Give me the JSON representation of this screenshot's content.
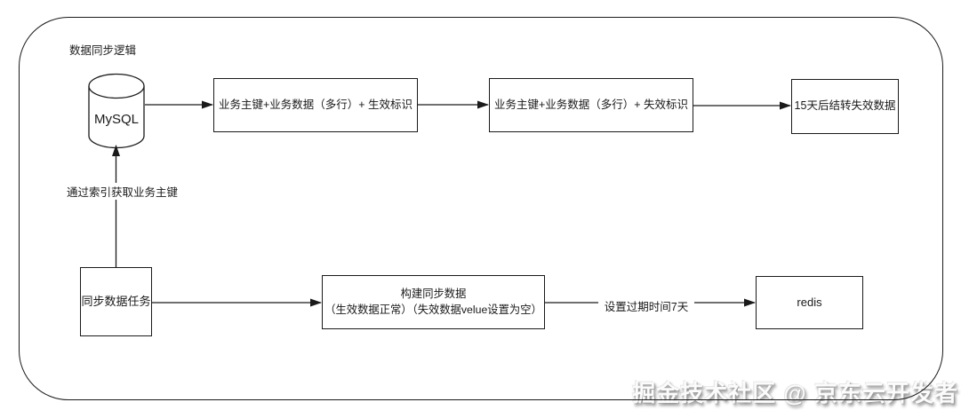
{
  "diagram": {
    "title": "数据同步逻辑",
    "nodes": {
      "mysql": "MySQL",
      "active_box": "业务主键+业务数据（多行）+ 生效标识",
      "inactive_box": "业务主键+业务数据（多行）+ 失效标识",
      "archive_box": "15天后结转失效数据",
      "sync_task": "同步数据任务",
      "build_sync_line1": "构建同步数据",
      "build_sync_line2": "（生效数据正常）（失效数据velue设置为空）",
      "redis": "redis"
    },
    "edge_labels": {
      "fetch_by_index": "通过索引获取业务主键",
      "set_expire": "设置过期时间7天"
    },
    "colors": {
      "stroke": "#1a1a1a",
      "background": "#ffffff"
    }
  },
  "watermark": {
    "text": "掘金技术社区 @ 京东云开发者"
  }
}
